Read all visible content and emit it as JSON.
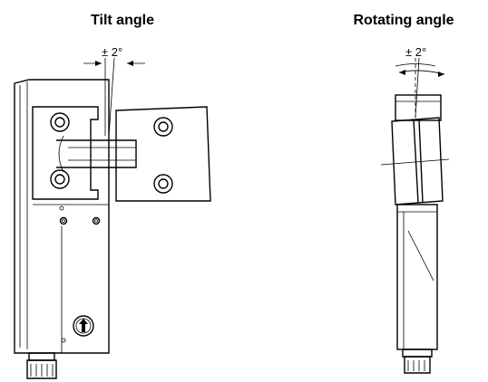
{
  "titles": {
    "left": "Tilt angle",
    "right": "Rotating angle"
  },
  "tolerances": {
    "left": "± 2°",
    "right": "± 2°"
  },
  "icons": {
    "arrow_button": "up-arrow-circle-icon"
  }
}
